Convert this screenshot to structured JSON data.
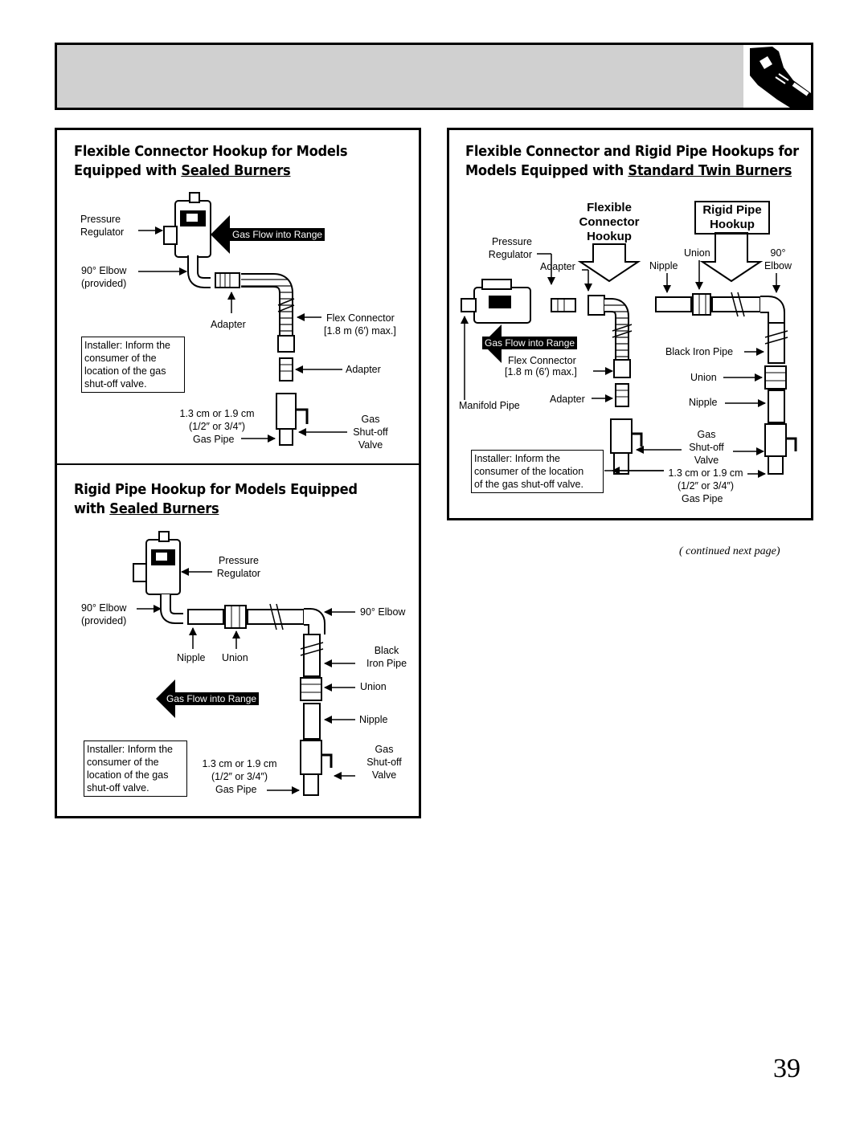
{
  "page": {
    "continued": "( continued next page)",
    "page_number": "39"
  },
  "panel_flex_sealed": {
    "title_line1": "Flexible Connector Hookup for Models",
    "title_line2_prefix": "Equipped with ",
    "title_line2_underlined": "Sealed Burners",
    "labels": {
      "pressure_regulator": "Pressure\nRegulator",
      "elbow_provided": "90° Elbow\n(provided)",
      "gas_flow": "Gas Flow into Range",
      "adapter_top": "Adapter",
      "flex_connector": "Flex Connector",
      "flex_max": "[1.8 m (6′) max.]",
      "adapter_bottom": "Adapter",
      "pipe_size": "1.3 cm or 1.9 cm\n(1/2″ or 3/4″)",
      "gas_pipe": "Gas Pipe",
      "valve": "Gas\nShut-off\nValve"
    },
    "note": "Installer: Inform the\nconsumer of the\nlocation of the gas\nshut-off valve."
  },
  "panel_rigid_sealed": {
    "title_line1": "Rigid Pipe Hookup for Models Equipped",
    "title_line2_prefix": "with ",
    "title_line2_underlined": "Sealed Burners",
    "labels": {
      "pressure_regulator": "Pressure\nRegulator",
      "elbow_provided": "90° Elbow\n(provided)",
      "nipple": "Nipple",
      "union": "Union",
      "elbow_90": "90° Elbow",
      "black_iron": "Black\nIron Pipe",
      "union_lower": "Union",
      "nipple_lower": "Nipple",
      "gas_flow": "Gas Flow into Range",
      "pipe_size": "1.3 cm or 1.9 cm\n(1/2″ or 3/4″)",
      "gas_pipe": "Gas Pipe",
      "valve": "Gas\nShut-off\nValve"
    },
    "note": "Installer: Inform the\nconsumer of the\nlocation of the gas\nshut-off valve."
  },
  "panel_twin": {
    "title_line1": "Flexible Connector and Rigid Pipe Hookups for",
    "title_line2_prefix": "Models Equipped with ",
    "title_line2_underlined": "Standard Twin Burners",
    "flexible_box": "Flexible\nConnector\nHookup",
    "rigid_box": "Rigid Pipe\nHookup",
    "labels": {
      "pressure_regulator": "Pressure\nRegulator",
      "adapter_top": "Adapter",
      "union": "Union",
      "nipple": "Nipple",
      "elbow_90": "90°\nElbow",
      "gas_flow": "Gas Flow into Range",
      "flex_connector": "Flex Connector",
      "flex_max": "[1.8 m (6′) max.]",
      "black_iron": "Black Iron Pipe",
      "union_lower": "Union",
      "manifold": "Manifold Pipe",
      "adapter_bottom": "Adapter",
      "nipple_lower": "Nipple",
      "valve": "Gas\nShut-off\nValve",
      "pipe_size": "1.3 cm or 1.9 cm\n(1/2″ or 3/4″)",
      "gas_pipe": "Gas Pipe"
    },
    "note": "Installer: Inform the\nconsumer of the location\nof the gas shut-off valve."
  }
}
